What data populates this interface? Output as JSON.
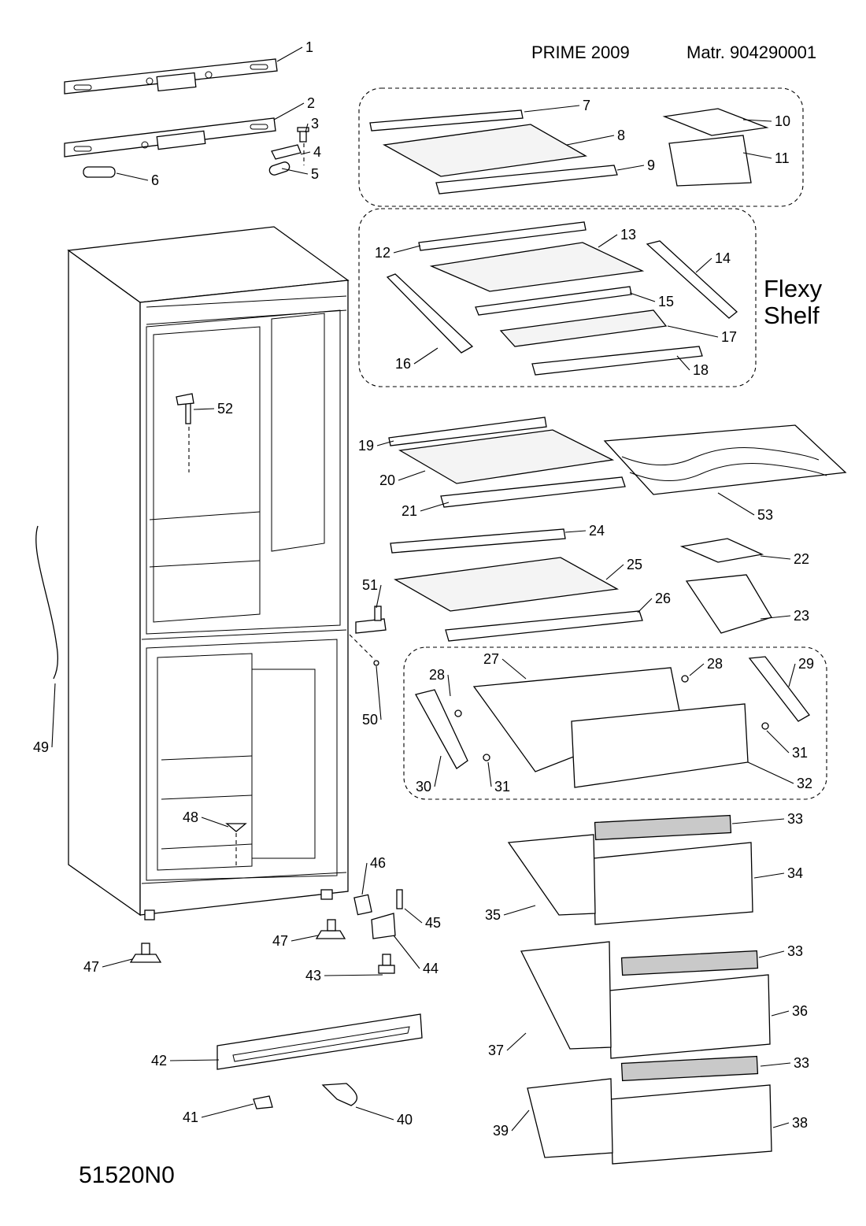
{
  "header": {
    "model": "PRIME 2009",
    "matr": "Matr. 904290001"
  },
  "group_label": {
    "line1": "Flexy",
    "line2": "Shelf"
  },
  "doc_id": "51520N0",
  "callouts": [
    "1",
    "2",
    "3",
    "4",
    "5",
    "6",
    "7",
    "8",
    "9",
    "10",
    "11",
    "12",
    "13",
    "14",
    "15",
    "16",
    "17",
    "18",
    "19",
    "20",
    "21",
    "22",
    "23",
    "24",
    "25",
    "26",
    "27",
    "28",
    "28",
    "29",
    "30",
    "31",
    "31",
    "32",
    "33",
    "33",
    "33",
    "34",
    "35",
    "36",
    "37",
    "38",
    "39",
    "40",
    "41",
    "42",
    "43",
    "44",
    "45",
    "46",
    "47",
    "47",
    "48",
    "49",
    "50",
    "51",
    "52",
    "53"
  ]
}
